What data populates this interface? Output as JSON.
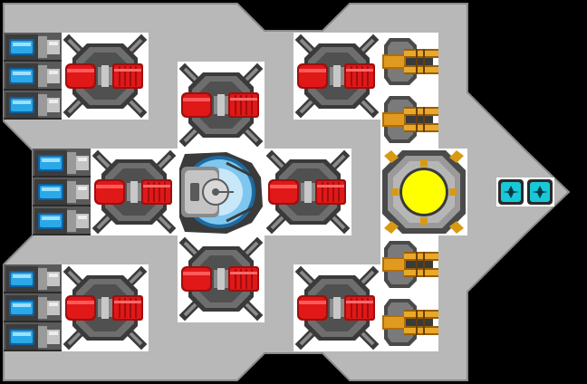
{
  "title": "",
  "palette": {
    "background": "#000000",
    "hull": "#b8b8b8",
    "hull_edge": "#7a7a7a",
    "tile_frame": "#ffffff",
    "engine_red": "#e01818",
    "engine_dark": "#3a3a3a",
    "engine_grey": "#6e6e6e",
    "battery_blue": "#2aa8e8",
    "gun_gold": "#d08a10",
    "reactor_yellow": "#ffff00",
    "cockpit_blue": "#7ec8f0",
    "sensor_cyan": "#18c8d8"
  },
  "modules": {
    "thrusters": [
      {
        "name": "thruster-top-left"
      },
      {
        "name": "thruster-top-center"
      },
      {
        "name": "thruster-top-right"
      },
      {
        "name": "thruster-mid-left"
      },
      {
        "name": "thruster-mid-right"
      },
      {
        "name": "thruster-bottom-center"
      },
      {
        "name": "thruster-bottom-left"
      },
      {
        "name": "thruster-bottom-right"
      }
    ],
    "batteries": [
      {
        "name": "battery-top-1"
      },
      {
        "name": "battery-top-2"
      },
      {
        "name": "battery-top-3"
      },
      {
        "name": "battery-mid-1"
      },
      {
        "name": "battery-mid-2"
      },
      {
        "name": "battery-mid-3"
      },
      {
        "name": "battery-bottom-1"
      },
      {
        "name": "battery-bottom-2"
      },
      {
        "name": "battery-bottom-3"
      }
    ],
    "guns": [
      {
        "name": "gun-1"
      },
      {
        "name": "gun-2"
      },
      {
        "name": "gun-3"
      },
      {
        "name": "gun-4"
      }
    ],
    "reactor": {
      "name": "reactor-core"
    },
    "cockpit": {
      "name": "command-cockpit"
    },
    "sensors": [
      {
        "name": "sensor-1"
      },
      {
        "name": "sensor-2"
      }
    ]
  }
}
